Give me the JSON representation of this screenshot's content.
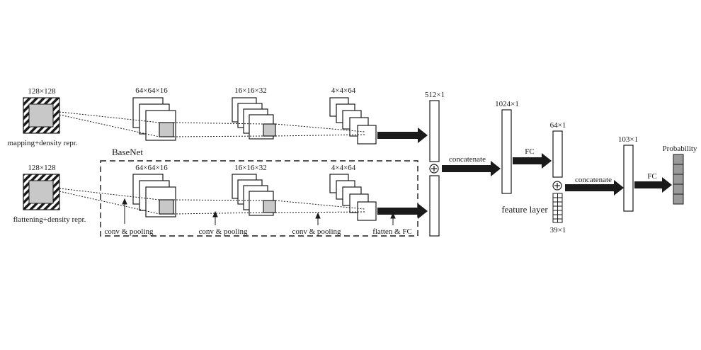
{
  "inputs": {
    "top": {
      "size": "128×128",
      "caption": "mapping+density repr."
    },
    "bottom": {
      "size": "128×128",
      "caption": "flattening+density repr."
    }
  },
  "basenet": {
    "title": "BaseNet",
    "stage_sizes": [
      "64×64×16",
      "16×16×32",
      "4×4×64"
    ],
    "ops": [
      "conv & pooling",
      "conv & pooling",
      "conv & pooling",
      "flatten & FC"
    ]
  },
  "fusion": {
    "vec_512": "512×1",
    "concat_label": "concatenate",
    "vec_1024": "1024×1",
    "fc_label": "FC",
    "vec_64": "64×1",
    "feature_layer": "feature layer",
    "vec_39": "39×1",
    "concat_label_2": "concatenate",
    "vec_103": "103×1",
    "fc_label_2": "FC",
    "output": "Probability"
  },
  "colors": {
    "line": "#1a1a1a",
    "fill_gray": "#c8c8c8",
    "output_gray": "#9a9a9a"
  }
}
